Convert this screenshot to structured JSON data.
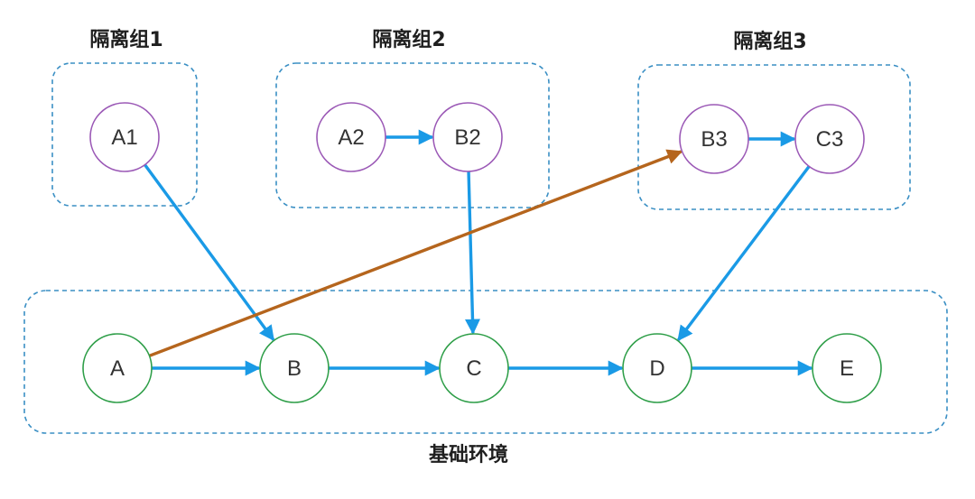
{
  "colors": {
    "group_border": "#3a8fc4",
    "isolated_node_stroke": "#9b59b6",
    "base_node_stroke": "#2e9e48",
    "edge_blue": "#1a9ae6",
    "edge_brown": "#b5651d",
    "label_text": "#1f1f1f",
    "node_text": "#333333"
  },
  "groups": [
    {
      "id": "g1",
      "label": "隔离组1"
    },
    {
      "id": "g2",
      "label": "隔离组2"
    },
    {
      "id": "g3",
      "label": "隔离组3"
    },
    {
      "id": "base",
      "label": "基础环境"
    }
  ],
  "nodes": [
    {
      "id": "A1",
      "label": "A1",
      "group": "g1",
      "kind": "isolated"
    },
    {
      "id": "A2",
      "label": "A2",
      "group": "g2",
      "kind": "isolated"
    },
    {
      "id": "B2",
      "label": "B2",
      "group": "g2",
      "kind": "isolated"
    },
    {
      "id": "B3",
      "label": "B3",
      "group": "g3",
      "kind": "isolated"
    },
    {
      "id": "C3",
      "label": "C3",
      "group": "g3",
      "kind": "isolated"
    },
    {
      "id": "A",
      "label": "A",
      "group": "base",
      "kind": "base"
    },
    {
      "id": "B",
      "label": "B",
      "group": "base",
      "kind": "base"
    },
    {
      "id": "C",
      "label": "C",
      "group": "base",
      "kind": "base"
    },
    {
      "id": "D",
      "label": "D",
      "group": "base",
      "kind": "base"
    },
    {
      "id": "E",
      "label": "E",
      "group": "base",
      "kind": "base"
    }
  ],
  "edges": [
    {
      "from": "A2",
      "to": "B2",
      "color": "blue"
    },
    {
      "from": "B3",
      "to": "C3",
      "color": "blue"
    },
    {
      "from": "A1",
      "to": "B",
      "color": "blue"
    },
    {
      "from": "B2",
      "to": "C",
      "color": "blue"
    },
    {
      "from": "C3",
      "to": "D",
      "color": "blue"
    },
    {
      "from": "A",
      "to": "B",
      "color": "blue"
    },
    {
      "from": "B",
      "to": "C",
      "color": "blue"
    },
    {
      "from": "C",
      "to": "D",
      "color": "blue"
    },
    {
      "from": "D",
      "to": "E",
      "color": "blue"
    },
    {
      "from": "A",
      "to": "B3",
      "color": "brown"
    }
  ]
}
